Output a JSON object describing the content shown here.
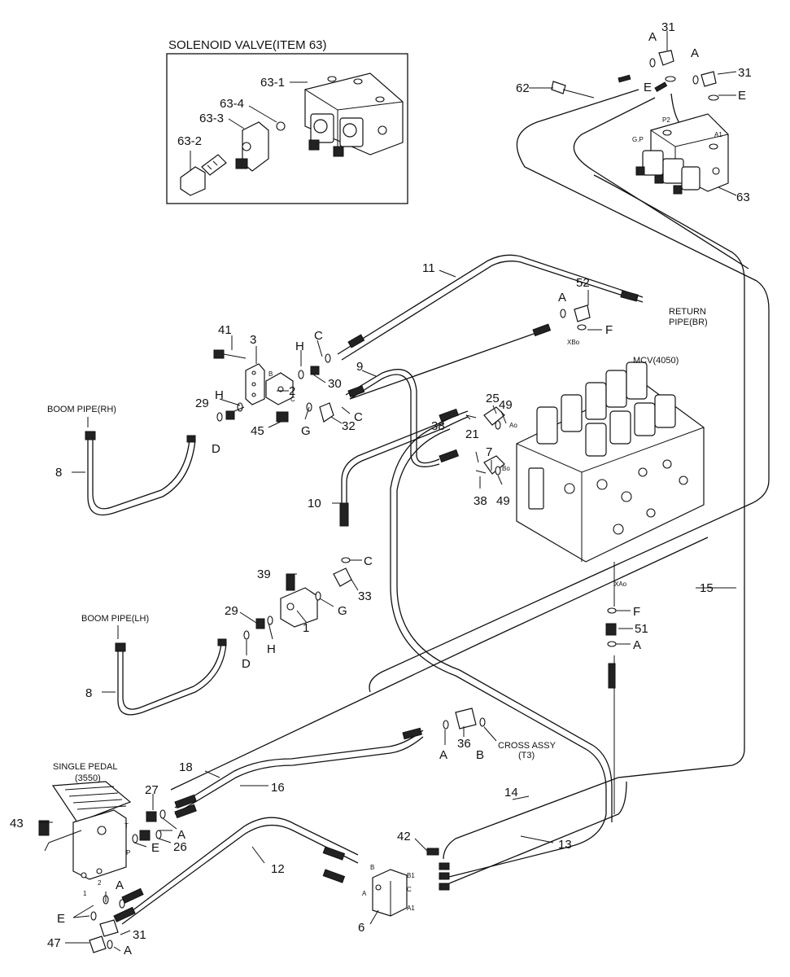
{
  "title": "SOLENOID VALVE(ITEM 63)",
  "callouts": {
    "n63_1": "63-1",
    "n63_4": "63-4",
    "n63_3": "63-3",
    "n63_2": "63-2",
    "n31a": "31",
    "n31b": "31",
    "n31c": "31",
    "n62": "62",
    "n63": "63",
    "n11": "11",
    "n52": "52",
    "n9": "9",
    "n41": "41",
    "n3": "3",
    "n2": "2",
    "n30": "30",
    "n29a": "29",
    "n29b": "29",
    "n45": "45",
    "n32": "32",
    "n25": "25",
    "n49a": "49",
    "n49b": "49",
    "n38a": "38",
    "n38b": "38",
    "n21": "21",
    "n7": "7",
    "n10": "10",
    "n39": "39",
    "n33": "33",
    "n1": "1",
    "n15": "15",
    "n51": "51",
    "n8a": "8",
    "n8b": "8",
    "n36": "36",
    "n18": "18",
    "n16": "16",
    "n27": "27",
    "n26": "26",
    "n43": "43",
    "n12": "12",
    "n14": "14",
    "n13": "13",
    "n42": "42",
    "n6": "6",
    "n47": "47"
  },
  "letters": {
    "A1": "A",
    "A2": "A",
    "A3": "A",
    "A4": "A",
    "A5": "A",
    "A6": "A",
    "A7": "A",
    "A8": "A",
    "E1": "E",
    "E2": "E",
    "E3": "E",
    "E4": "E",
    "F1": "F",
    "F2": "F",
    "C1": "C",
    "C2": "C",
    "C3": "C",
    "H1": "H",
    "H2": "H",
    "H3": "H",
    "G1": "G",
    "G2": "G",
    "D1": "D",
    "D2": "D",
    "B1": "B"
  },
  "labels": {
    "return_pipe_1": "RETURN",
    "return_pipe_2": "PIPE(BR)",
    "mcv": "MCV(4050)",
    "boom_pipe_rh": "BOOM PIPE(RH)",
    "boom_pipe_lh": "BOOM PIPE(LH)",
    "cross_assy_1": "CROSS ASSY",
    "cross_assy_2": "(T3)",
    "single_pedal_1": "SINGLE PEDAL",
    "single_pedal_2": "(3550)"
  },
  "port_labels": {
    "p2": "P2",
    "a1": "A1",
    "gp": "G.P",
    "xbo": "XBo",
    "xao": "XAo",
    "ao": "Ao",
    "bo": "Bo",
    "b": "B",
    "c": "C",
    "t": "T",
    "p": "P",
    "one": "1",
    "two": "2",
    "blk_b": "B",
    "blk_a": "A",
    "blk_b1": "B1",
    "blk_c": "C",
    "blk_a1": "A1"
  }
}
